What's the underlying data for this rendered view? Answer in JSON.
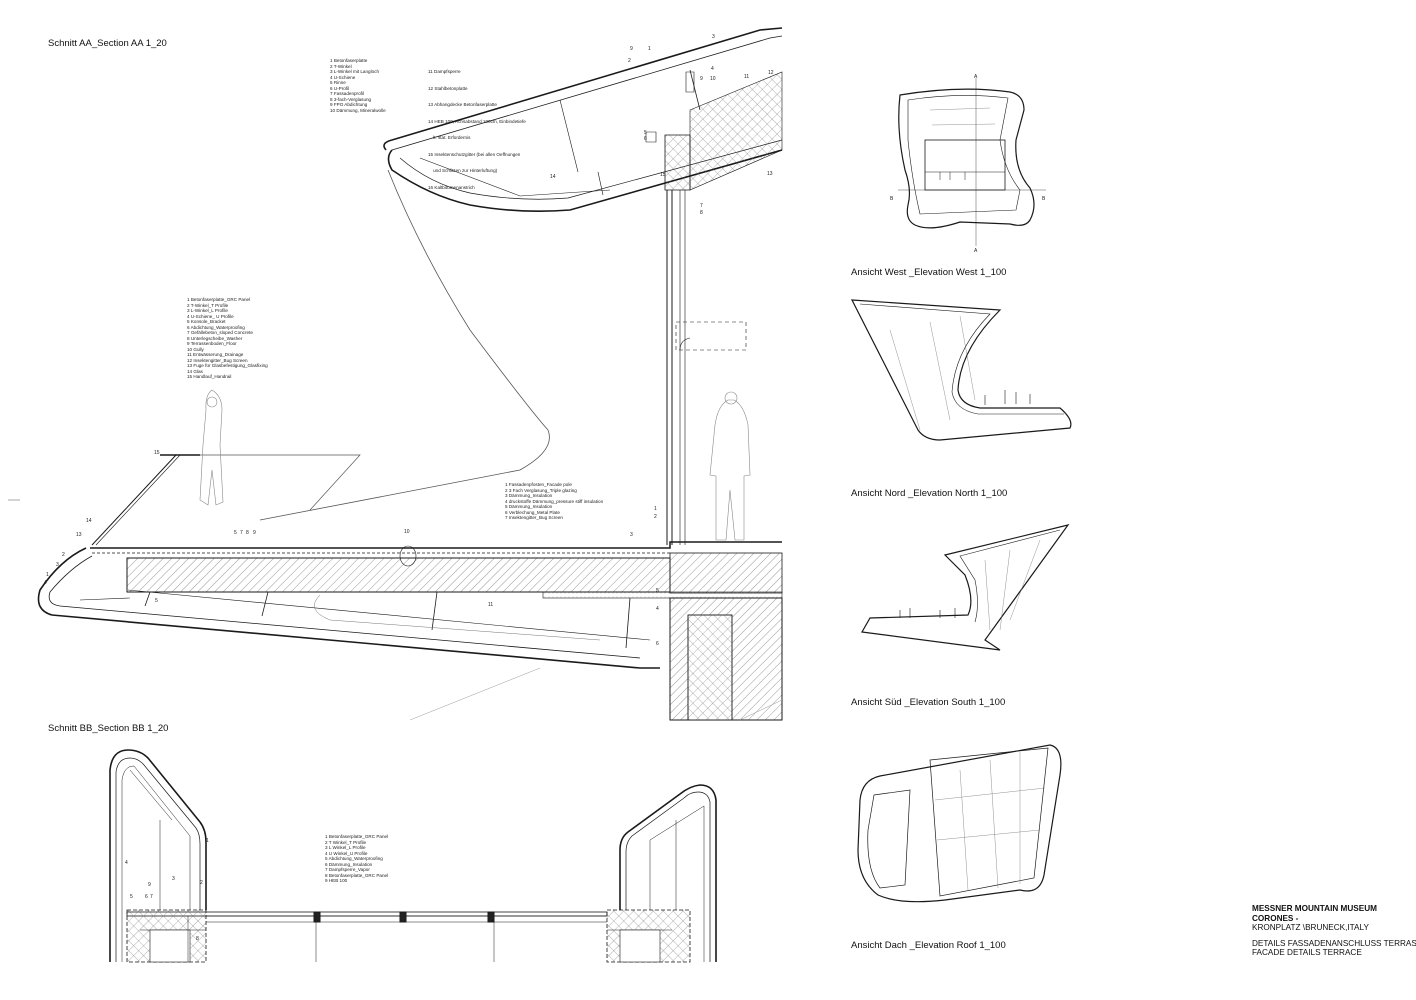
{
  "section_aa": {
    "title": "Schnitt AA_Section AA  1_20",
    "legend_left": [
      "1  Betonfaserplatte",
      "2  T-Winkel",
      "3  L-Winkel mit Langloch",
      "4  U-Schiene",
      "5  Rinne",
      "6  U-Profil",
      "7  Fassadenprofil",
      "8  3-fach-Verglasung",
      "9  FPO Abdichtung",
      "10 Dämmung, Mineralwolle"
    ],
    "legend_right": [
      "11 Dampfsperre",
      "12 Stahlbetonplatte",
      "13 Abhangdecke Betonfaserplatte",
      "14 HEB 100, Achsabstand 100cm, Einbindetiefe",
      "    lt. stat. Erfordernis",
      "15 Insektenschutzgitter (bei allen Oeffnungen",
      "    und Schlitzen zur Hinterluftung)",
      "16 Kaltbitumenanstrich"
    ],
    "legend_terrace": [
      "1  Betonfaserplatte_GRC Panel",
      "2  T-Winkel_T Profile",
      "3  L-Winkel_L Profile",
      "4  U-Schiene_ U Profile",
      "5  Konsole_Bracket",
      "6  Abdichtung_Waterproofing",
      "7  Gefällebeton_sloped Concrete",
      "8  Unterlegscheibe_Washer",
      "9  Terrassenboden_Floor",
      "10 Gully",
      "11 Entwässerung_Drainage",
      "12 Insektengitter_Bug Screen",
      "13 Fuge für Glasbefestigung_Glasfixing",
      "14 Glas",
      "15 Handlauf_Handrail"
    ],
    "legend_facade": [
      "1  Fassadenpfosten_Facade pole",
      "2  3 Fach Verglasung_Triple glazing",
      "3  Dämmung_Insulation",
      "4  druckstoffe Dämmung_pressure stiff insulation",
      "5  Dämmung_Insulation",
      "6  Verblechung_Metal Plate",
      "7  Insektengitter_Bug Screen"
    ]
  },
  "section_bb": {
    "title": "Schnitt BB_Section BB  1_20",
    "legend": [
      "1  Betonfaserplatte_GRC Panel",
      "2  T Winkel_T Profile",
      "3  L Winkel_L Profile",
      "4  U Winkel_U Profile",
      "5  Abdichtung_Waterproofing",
      "6  Dämmung_Insulation",
      "7  Dampfsperre_Vapor",
      "8  Betonfaserplatte_GRC Panel",
      "9  HEB 100"
    ]
  },
  "elevations": [
    {
      "label": "Ansicht West _Elevation West  1_100"
    },
    {
      "label": "Ansicht Nord _Elevation North  1_100"
    },
    {
      "label": "Ansicht Süd _Elevation South  1_100"
    },
    {
      "label": "Ansicht Dach _Elevation Roof  1_100"
    }
  ],
  "markers": {
    "a": "A",
    "b": "B"
  },
  "title_block": {
    "project_line1": "MESSNER MOUNTAIN MUSEUM",
    "project_line2": "CORONES -",
    "location": "KRONPLATZ \\BRUNECK,ITALY",
    "detail_de": "DETAILS FASSADENANSCHLUSS TERRASSE",
    "detail_en": "FACADE DETAILS TERRACE"
  },
  "colors": {
    "line": "#1a1a1a",
    "light": "#9a9a9a",
    "hatch": "#444444"
  }
}
